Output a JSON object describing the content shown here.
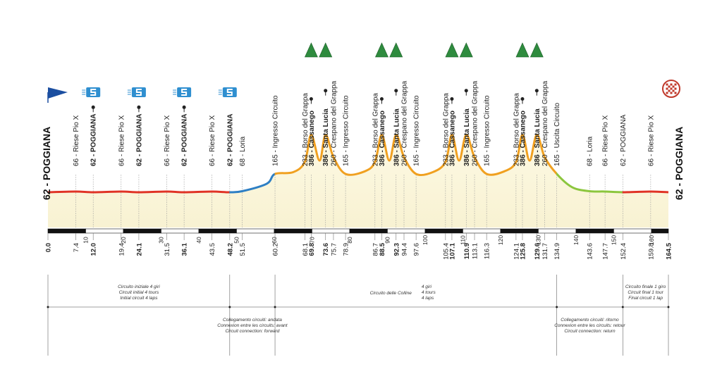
{
  "chart_data": {
    "type": "area",
    "xlabel": "",
    "ylabel": "",
    "xlim": [
      0,
      164.5
    ],
    "axis_ticks": [
      0,
      10,
      20,
      30,
      40,
      50,
      60,
      70,
      80,
      90,
      100,
      110,
      120,
      130,
      140,
      150,
      160
    ],
    "start_label": "62 - POGGIANA",
    "end_label": "62 - POGGIANA",
    "series_colors": {
      "flat": "#e03326",
      "connection_out": "#2e7fc4",
      "hills": "#f0a020",
      "connection_return": "#8cc63e",
      "fill": "#fbf7e0"
    },
    "profile": [
      {
        "km": 0,
        "alt": 62
      },
      {
        "km": 7.4,
        "alt": 66
      },
      {
        "km": 12.0,
        "alt": 62
      },
      {
        "km": 19.4,
        "alt": 66
      },
      {
        "km": 24.1,
        "alt": 62
      },
      {
        "km": 31.5,
        "alt": 66
      },
      {
        "km": 36.1,
        "alt": 62
      },
      {
        "km": 43.5,
        "alt": 66
      },
      {
        "km": 48.2,
        "alt": 62
      },
      {
        "km": 51.5,
        "alt": 68
      },
      {
        "km": 58.0,
        "alt": 110
      },
      {
        "km": 60.2,
        "alt": 165
      },
      {
        "km": 65.0,
        "alt": 175
      },
      {
        "km": 68.1,
        "alt": 233
      },
      {
        "km": 69.8,
        "alt": 386
      },
      {
        "km": 72.0,
        "alt": 240
      },
      {
        "km": 73.6,
        "alt": 386
      },
      {
        "km": 75.7,
        "alt": 260
      },
      {
        "km": 78.9,
        "alt": 165
      },
      {
        "km": 84.0,
        "alt": 180
      },
      {
        "km": 86.7,
        "alt": 233
      },
      {
        "km": 88.5,
        "alt": 386
      },
      {
        "km": 90.5,
        "alt": 240
      },
      {
        "km": 92.3,
        "alt": 386
      },
      {
        "km": 94.4,
        "alt": 260
      },
      {
        "km": 97.6,
        "alt": 165
      },
      {
        "km": 102.0,
        "alt": 175
      },
      {
        "km": 105.4,
        "alt": 233
      },
      {
        "km": 107.1,
        "alt": 386
      },
      {
        "km": 109.0,
        "alt": 240
      },
      {
        "km": 110.9,
        "alt": 386
      },
      {
        "km": 113.1,
        "alt": 260
      },
      {
        "km": 116.3,
        "alt": 165
      },
      {
        "km": 121.0,
        "alt": 180
      },
      {
        "km": 124.1,
        "alt": 233
      },
      {
        "km": 125.8,
        "alt": 386
      },
      {
        "km": 127.7,
        "alt": 240
      },
      {
        "km": 129.6,
        "alt": 386
      },
      {
        "km": 131.7,
        "alt": 260
      },
      {
        "km": 134.9,
        "alt": 165
      },
      {
        "km": 139.0,
        "alt": 90
      },
      {
        "km": 143.6,
        "alt": 68
      },
      {
        "km": 147.7,
        "alt": 66
      },
      {
        "km": 152.4,
        "alt": 62
      },
      {
        "km": 159.8,
        "alt": 66
      },
      {
        "km": 164.5,
        "alt": 62
      }
    ],
    "waypoints": [
      {
        "km": 7.4,
        "km_label": "7.4",
        "name": "66 - Riese Pio X",
        "bold": false,
        "marker": "none"
      },
      {
        "km": 12.0,
        "km_label": "12.0",
        "name": "62 - POGGIANA",
        "bold": true,
        "marker": "dot"
      },
      {
        "km": 19.4,
        "km_label": "19.4",
        "name": "66 - Riese Pio X",
        "bold": false,
        "marker": "none"
      },
      {
        "km": 24.1,
        "km_label": "24.1",
        "name": "62 - POGGIANA",
        "bold": true,
        "marker": "dot"
      },
      {
        "km": 31.5,
        "km_label": "31.5",
        "name": "66 - Riese Pio X",
        "bold": false,
        "marker": "none"
      },
      {
        "km": 36.1,
        "km_label": "36.1",
        "name": "62 - POGGIANA",
        "bold": true,
        "marker": "dot"
      },
      {
        "km": 43.5,
        "km_label": "43.5",
        "name": "66 - Riese Pio X",
        "bold": false,
        "marker": "none"
      },
      {
        "km": 48.2,
        "km_label": "48.2",
        "name": "62 - POGGIANA",
        "bold": true,
        "marker": "none"
      },
      {
        "km": 51.5,
        "km_label": "51.5",
        "name": "68 - Loria",
        "bold": false,
        "marker": "none"
      },
      {
        "km": 60.2,
        "km_label": "60.2",
        "name": "165 - Ingresso Circuito",
        "bold": false,
        "marker": "none"
      },
      {
        "km": 68.1,
        "km_label": "68.1",
        "name": "233 - Borso del Grappa",
        "bold": false,
        "marker": "none"
      },
      {
        "km": 69.8,
        "km_label": "69.8",
        "name": "386 - Cassanego",
        "bold": true,
        "marker": "dot"
      },
      {
        "km": 73.6,
        "km_label": "73.6",
        "name": "386 - Santa Lucia",
        "bold": true,
        "marker": "dot"
      },
      {
        "km": 75.7,
        "km_label": "75.7",
        "name": "260 - Crespano del Grappa",
        "bold": false,
        "marker": "none"
      },
      {
        "km": 78.9,
        "km_label": "78.9",
        "name": "165 - Ingresso Circuito",
        "bold": false,
        "marker": "none"
      },
      {
        "km": 86.7,
        "km_label": "86.7",
        "name": "233 - Borso del Grappa",
        "bold": false,
        "marker": "none"
      },
      {
        "km": 88.5,
        "km_label": "88.5",
        "name": "386 - Cassanego",
        "bold": true,
        "marker": "dot"
      },
      {
        "km": 92.3,
        "km_label": "92.3",
        "name": "386 - Santa Lucia",
        "bold": true,
        "marker": "dot"
      },
      {
        "km": 94.4,
        "km_label": "94.4",
        "name": "260 - Crespano del Grappa",
        "bold": false,
        "marker": "none"
      },
      {
        "km": 97.6,
        "km_label": "97.6",
        "name": "165 - Ingresso Circuito",
        "bold": false,
        "marker": "none"
      },
      {
        "km": 105.4,
        "km_label": "105.4",
        "name": "233 - Borso del Grappa",
        "bold": false,
        "marker": "none"
      },
      {
        "km": 107.1,
        "km_label": "107.1",
        "name": "386 - Cassanego",
        "bold": true,
        "marker": "dot"
      },
      {
        "km": 110.9,
        "km_label": "110.9",
        "name": "386 - Santa Lucia",
        "bold": true,
        "marker": "dot"
      },
      {
        "km": 113.1,
        "km_label": "113.1",
        "name": "260 - Crespano del Grappa",
        "bold": false,
        "marker": "none"
      },
      {
        "km": 116.3,
        "km_label": "116.3",
        "name": "165 - Ingresso Circuito",
        "bold": false,
        "marker": "none"
      },
      {
        "km": 124.1,
        "km_label": "124.1",
        "name": "233 - Borso del Grappa",
        "bold": false,
        "marker": "none"
      },
      {
        "km": 125.8,
        "km_label": "125.8",
        "name": "386 - Cassanego",
        "bold": true,
        "marker": "dot"
      },
      {
        "km": 129.6,
        "km_label": "129.6",
        "name": "386 - Santa Lucia",
        "bold": true,
        "marker": "dot"
      },
      {
        "km": 131.7,
        "km_label": "131.7",
        "name": "260 - Crespano del Grappa",
        "bold": false,
        "marker": "none"
      },
      {
        "km": 134.9,
        "km_label": "134.9",
        "name": "165 - Uscita Circuito",
        "bold": false,
        "marker": "none"
      },
      {
        "km": 143.6,
        "km_label": "143.6",
        "name": "68 - Loria",
        "bold": false,
        "marker": "none"
      },
      {
        "km": 147.7,
        "km_label": "147.7",
        "name": "66 - Riese Pio X",
        "bold": false,
        "marker": "none"
      },
      {
        "km": 152.4,
        "km_label": "152.4",
        "name": "62 - POGGIANA",
        "bold": false,
        "marker": "none"
      },
      {
        "km": 159.8,
        "km_label": "159.8",
        "name": "66 - Riese Pio X",
        "bold": false,
        "marker": "none"
      }
    ],
    "bold_km": [
      "0.0",
      "12.0",
      "24.1",
      "36.1",
      "48.2",
      "69.8",
      "73.6",
      "88.5",
      "92.3",
      "107.1",
      "110.9",
      "125.8",
      "129.6",
      "164.5"
    ],
    "sprint_icons_km": [
      12.0,
      24.1,
      36.1,
      48.2
    ],
    "climb_icons_km": [
      69.8,
      73.6,
      88.5,
      92.3,
      107.1,
      110.9,
      125.8,
      129.6
    ],
    "segment_dividers_km": [
      0,
      48.2,
      60.2,
      134.9,
      152.4,
      164.5
    ],
    "segments": [
      {
        "from": 0,
        "to": 48.2,
        "row": 1,
        "lines": [
          "Circuito iniziale 4 giri",
          "Circuit initial 4 tours",
          "Initial circuit 4 laps"
        ]
      },
      {
        "from": 60.2,
        "to": 134.9,
        "row": 1,
        "lines": [
          "Circuito delle Colline",
          "4 giri",
          "4 tours",
          "4 laps"
        ]
      },
      {
        "from": 152.4,
        "to": 164.5,
        "row": 1,
        "lines": [
          "Circuito finale 1 giro",
          "Circuit final 1 tour",
          "Final circuit 1 lap"
        ]
      },
      {
        "from": 48.2,
        "to": 60.2,
        "row": 2,
        "lines": [
          "Collegamento circuiti: andata",
          "Connexion entre les circuits: avant",
          "Circuit connection: forward"
        ]
      },
      {
        "from": 134.9,
        "to": 152.4,
        "row": 2,
        "lines": [
          "Collegamento circuiti: ritorno",
          "Connexion entre les circuits: retour",
          "Circuit connection: return"
        ]
      }
    ]
  }
}
